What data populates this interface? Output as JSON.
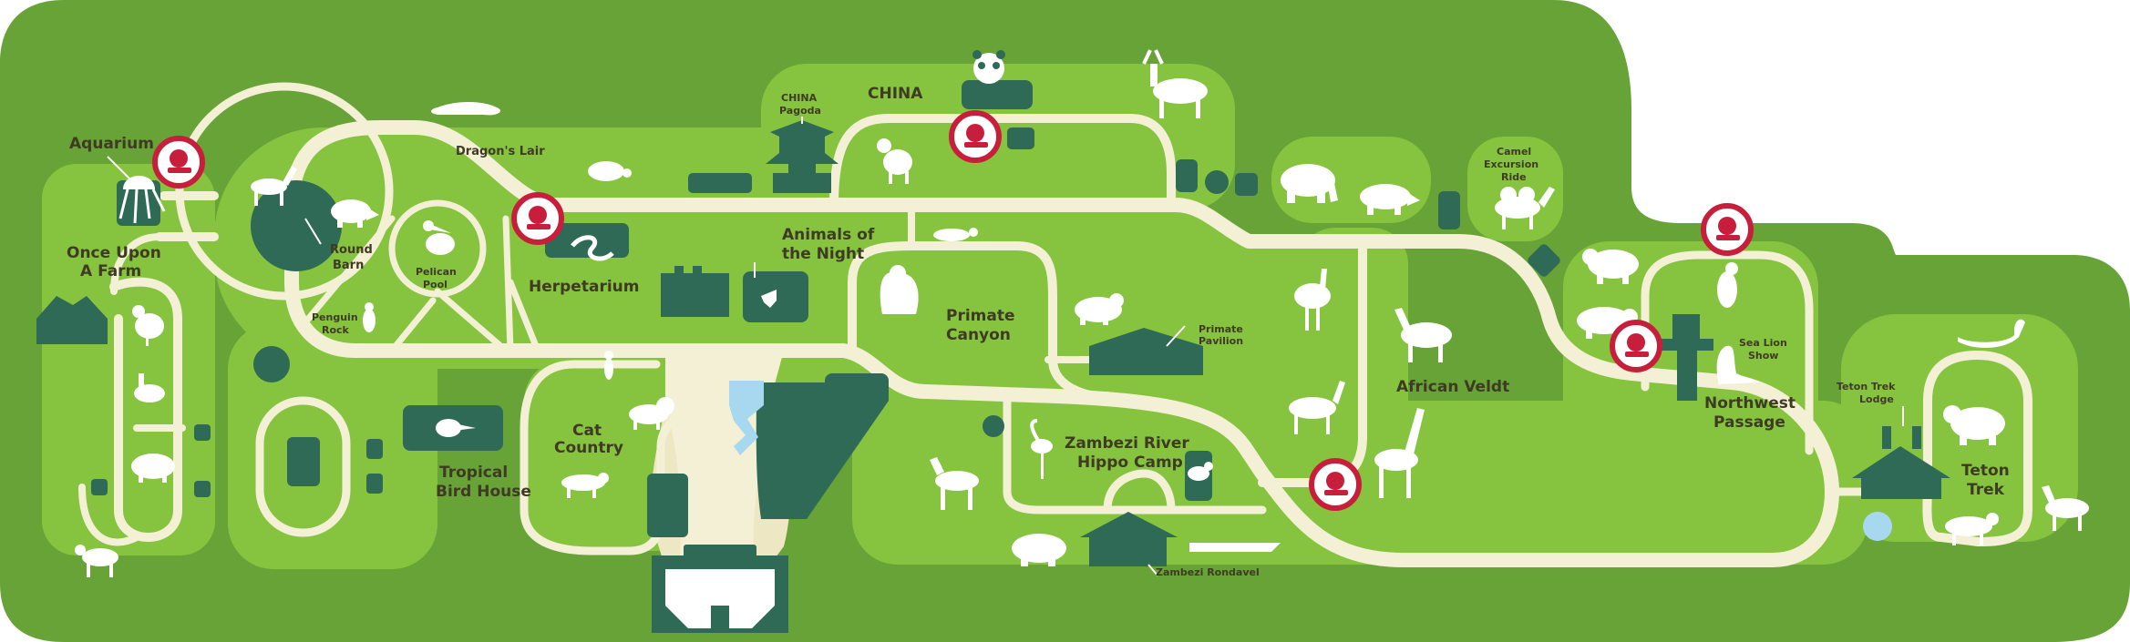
{
  "colors": {
    "outer_green": "#67a337",
    "light_green": "#86c440",
    "path": "#f4f0d6",
    "building": "#2e6a55",
    "marker": "#c71f3b",
    "label": "#3f3a23",
    "water": "#a8d8f0"
  },
  "labels": {
    "aquarium": "Aquarium",
    "dragons_lair": "Dragon's Lair",
    "once_upon_1": "Once Upon",
    "once_upon_2": "A Farm",
    "round_barn_1": "Round",
    "round_barn_2": "Barn",
    "pelican_1": "Pelican",
    "pelican_2": "Pool",
    "penguin_1": "Penguin",
    "penguin_2": "Rock",
    "herpetarium": "Herpetarium",
    "china_pagoda_1": "CHINA",
    "china_pagoda_2": "Pagoda",
    "china": "CHINA",
    "animals_night_1": "Animals of",
    "animals_night_2": "the Night",
    "primate_canyon_1": "Primate",
    "primate_canyon_2": "Canyon",
    "primate_pavilion_1": "Primate",
    "primate_pavilion_2": "Pavilion",
    "tropical_1": "Tropical",
    "tropical_2": "Bird House",
    "cat_country_1": "Cat",
    "cat_country_2": "Country",
    "zambezi_1": "Zambezi River",
    "zambezi_2": "Hippo Camp",
    "zambezi_rondavel": "Zambezi Rondavel",
    "african_veldt": "African Veldt",
    "camel_1": "Camel",
    "camel_2": "Excursion",
    "camel_3": "Ride",
    "sea_lion_1": "Sea Lion",
    "sea_lion_2": "Show",
    "northwest_1": "Northwest",
    "northwest_2": "Passage",
    "teton_lodge_1": "Teton Trek",
    "teton_lodge_2": "Lodge",
    "teton_trek_1": "Teton",
    "teton_trek_2": "Trek"
  },
  "icons": {
    "marker": "hospital-marker-icon",
    "animals": [
      "deer",
      "rhino",
      "pelican",
      "penguin",
      "hen",
      "goose",
      "pig",
      "goat",
      "lizard",
      "turtle",
      "snake",
      "panda",
      "monkey",
      "gorilla",
      "elk",
      "elephant",
      "rhinoceros",
      "camel",
      "bear",
      "polar-bear",
      "eagle",
      "sea-lion",
      "ostrich",
      "zebra",
      "gazelle",
      "giraffe",
      "flamingo",
      "hippo",
      "crocodile",
      "okapi",
      "swan",
      "grizzly",
      "wolf",
      "reindeer",
      "toucan",
      "lion",
      "leopard",
      "meerkat",
      "bat",
      "gibbon",
      "orangutan"
    ]
  }
}
